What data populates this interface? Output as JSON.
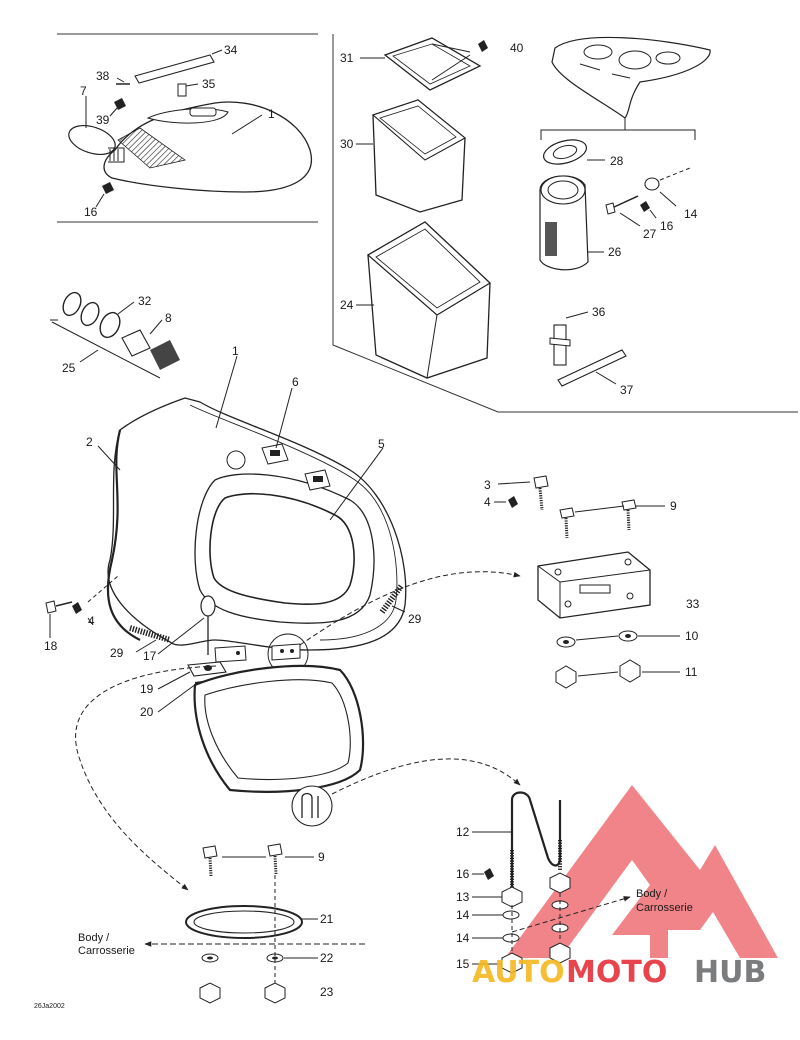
{
  "diagram": {
    "callouts": {
      "c34": "34",
      "c38": "38",
      "c35": "35",
      "c7": "7",
      "c39": "39",
      "c1_top": "1",
      "c16_top": "16",
      "c31": "31",
      "c40": "40",
      "c30": "30",
      "c24": "24",
      "c28": "28",
      "c14_right": "14",
      "c27": "27",
      "c16_right": "16",
      "c26": "26",
      "c36": "36",
      "c37": "37",
      "c32": "32",
      "c8": "8",
      "c25": "25",
      "c1_main": "1",
      "c6": "6",
      "c2": "2",
      "c5": "5",
      "c3": "3",
      "c4_right": "4",
      "c9_right": "9",
      "c33": "33",
      "c10": "10",
      "c11": "11",
      "c18": "18",
      "c4_left": "4",
      "c29_left": "29",
      "c29_right": "29",
      "c17": "17",
      "c19": "19",
      "c20": "20",
      "c12": "12",
      "c16_bottom": "16",
      "c13": "13",
      "c14_a": "14",
      "c14_b": "14",
      "c15": "15",
      "c9_bottom": "9",
      "c21": "21",
      "c22": "22",
      "c23": "23"
    },
    "body_label_left": [
      "Body /",
      "Carrosserie"
    ],
    "body_label_right": [
      "Body /",
      "Carrosserie"
    ],
    "drawing_code": "26Ja2002",
    "watermark": {
      "part1": "AUTO",
      "part2": "MOTO",
      "part3": "HUB",
      "colors": {
        "yellow": "#f6b820",
        "red": "#e6303a",
        "gray": "#6d6e71",
        "logo": "#e8343c"
      }
    }
  }
}
